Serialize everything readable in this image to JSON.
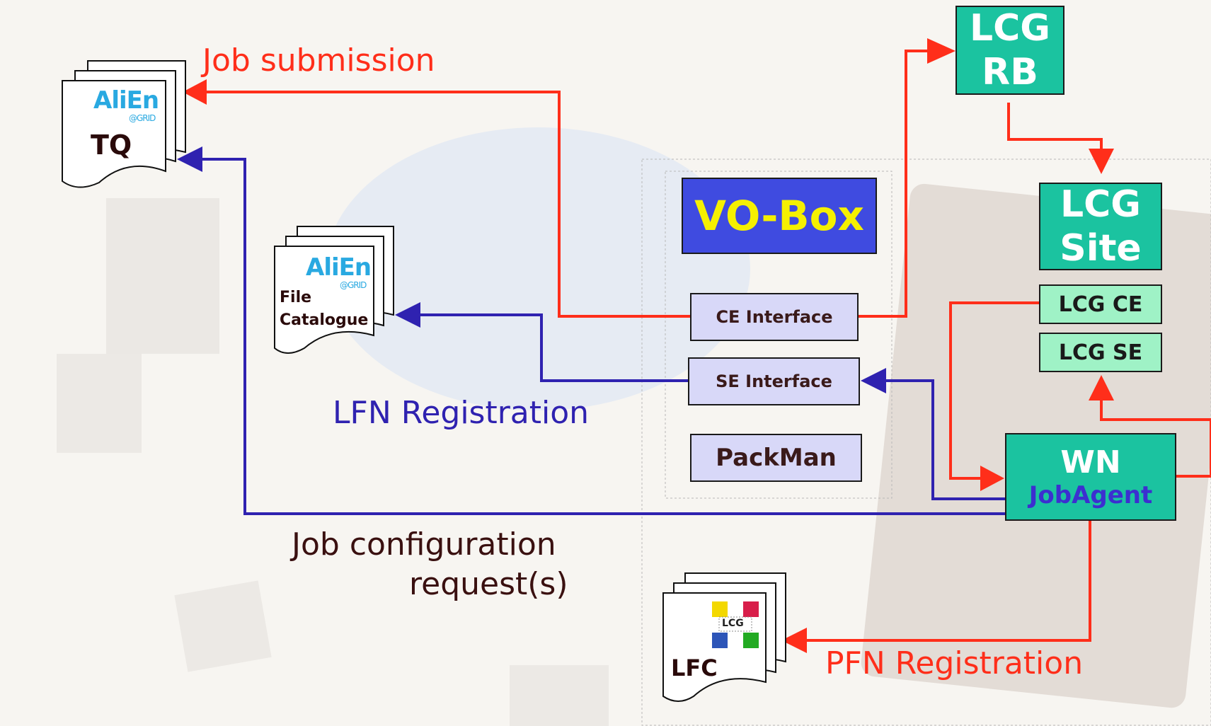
{
  "labels": {
    "job_submission": "Job submission",
    "lfn_registration": "LFN  Registration",
    "job_config_line1": "Job configuration",
    "job_config_line2": "request(s)",
    "pfn_registration": "PFN Registration"
  },
  "nodes": {
    "tq": {
      "logo": "AliEn",
      "logo_sub": "@GRID",
      "label": "TQ"
    },
    "file_catalogue": {
      "logo": "AliEn",
      "logo_sub": "@GRID",
      "line1": "File",
      "line2": "Catalogue"
    },
    "lfc": {
      "logo": "LCG",
      "label": "LFC"
    },
    "vobox": "VO-Box",
    "ce_interface": "CE Interface",
    "se_interface": "SE Interface",
    "packman": "PackMan",
    "lcg_rb_line1": "LCG",
    "lcg_rb_line2": "RB",
    "lcg_site_line1": "LCG",
    "lcg_site_line2": "Site",
    "lcg_ce": "LCG CE",
    "lcg_se": "LCG SE",
    "wn": "WN",
    "jobagent": "JobAgent"
  },
  "colors": {
    "red_arrow": "#ff2e1a",
    "blue_arrow": "#2f22b0",
    "teal": "#1bc3a0",
    "mint": "#9ff2c6",
    "lavender": "#d8d8f8",
    "vobox_fill": "#3f4be0",
    "vobox_text": "#f5f000"
  }
}
